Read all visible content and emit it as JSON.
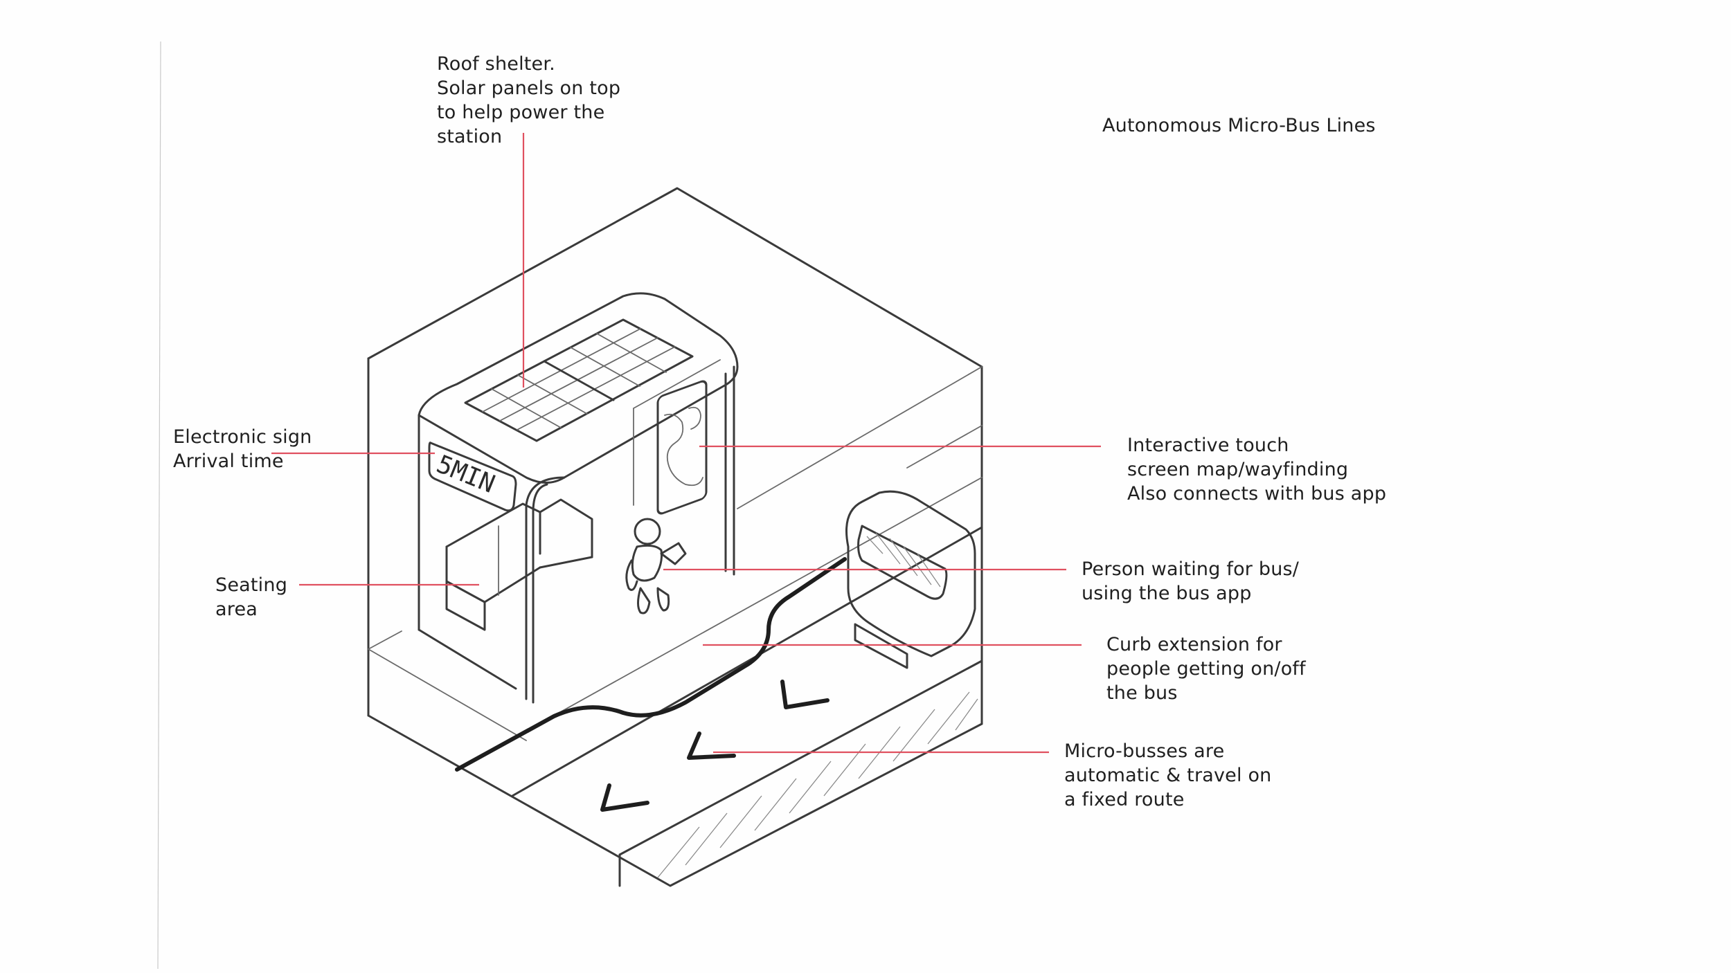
{
  "title": "Autonomous Micro-Bus Lines",
  "sign_text": "5MIN",
  "annotations": {
    "roof": [
      "Roof shelter.",
      "Solar panels on top",
      "to help power the",
      "station"
    ],
    "sign": [
      "Electronic sign",
      "Arrival time"
    ],
    "seating": [
      "Seating",
      "area"
    ],
    "touch": [
      "Interactive touch",
      "screen map/wayfinding",
      "Also connects with bus app"
    ],
    "person": [
      "Person waiting for bus/",
      "using the bus app"
    ],
    "curb": [
      "Curb extension for",
      "people getting on/off",
      "the bus"
    ],
    "busses": [
      "Micro-busses are",
      "automatic & travel on",
      "a fixed route"
    ]
  },
  "colors": {
    "leader_line": "#e0505f",
    "pencil": "#3a3a3a",
    "paper": "#fefefe"
  }
}
